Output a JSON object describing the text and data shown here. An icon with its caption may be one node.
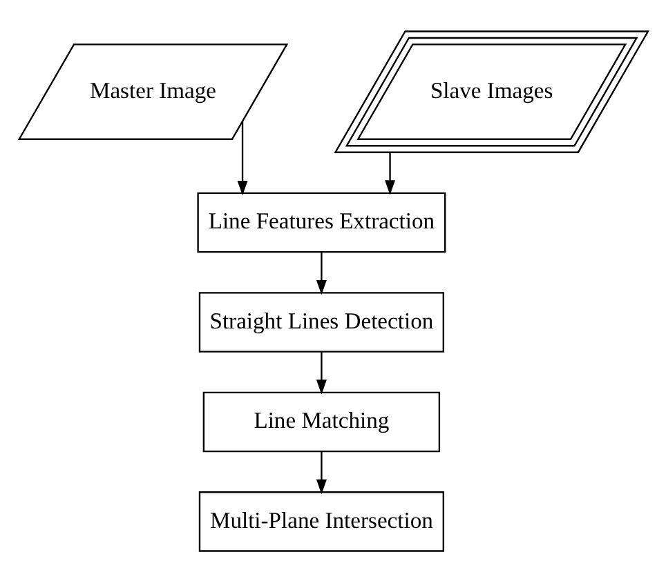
{
  "diagram": {
    "nodes": [
      {
        "text": [
          "Master Image"
        ]
      },
      {
        "text": [
          "Slave Images"
        ]
      },
      {
        "text": [
          "Line Features Extraction"
        ]
      },
      {
        "text": [
          "Straight Lines Detection"
        ]
      },
      {
        "text": [
          "Line Matching"
        ]
      },
      {
        "text": [
          "Multi-Plane Intersection"
        ]
      }
    ],
    "edges": [
      {
        "from": 0,
        "to": 2,
        "arrow": "to"
      },
      {
        "from": 1,
        "to": 2,
        "arrow": "to"
      },
      {
        "from": 2,
        "to": 3,
        "arrow": "to"
      },
      {
        "from": 3,
        "to": 4,
        "arrow": "to"
      },
      {
        "from": 4,
        "to": 5,
        "arrow": "to"
      }
    ]
  }
}
